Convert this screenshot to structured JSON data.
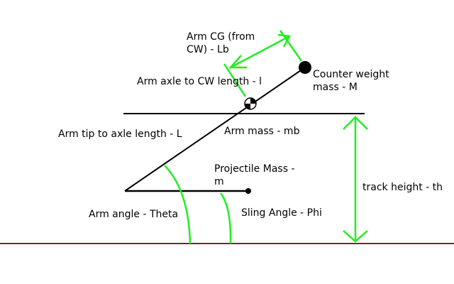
{
  "colors": {
    "background": "#ffffff",
    "line": "#000000",
    "measure": "#22ee22",
    "ground": "#7a2a1a"
  },
  "labels": {
    "arm_cg_line1": "Arm CG (from",
    "arm_cg_line2": "CW) - Lb",
    "arm_axle_to_cw": "Arm axle to CW length - l",
    "counter_weight_line1": "Counter weight",
    "counter_weight_line2": "mass - M",
    "arm_mass": "Arm mass - mb",
    "arm_tip_to_axle": "Arm tip to axle length - L",
    "projectile_line1": "Projectile Mass -",
    "projectile_line2": "m",
    "track_height": "track height - th",
    "arm_angle": "Arm angle - Theta",
    "sling_angle": "Sling Angle - Phi"
  }
}
